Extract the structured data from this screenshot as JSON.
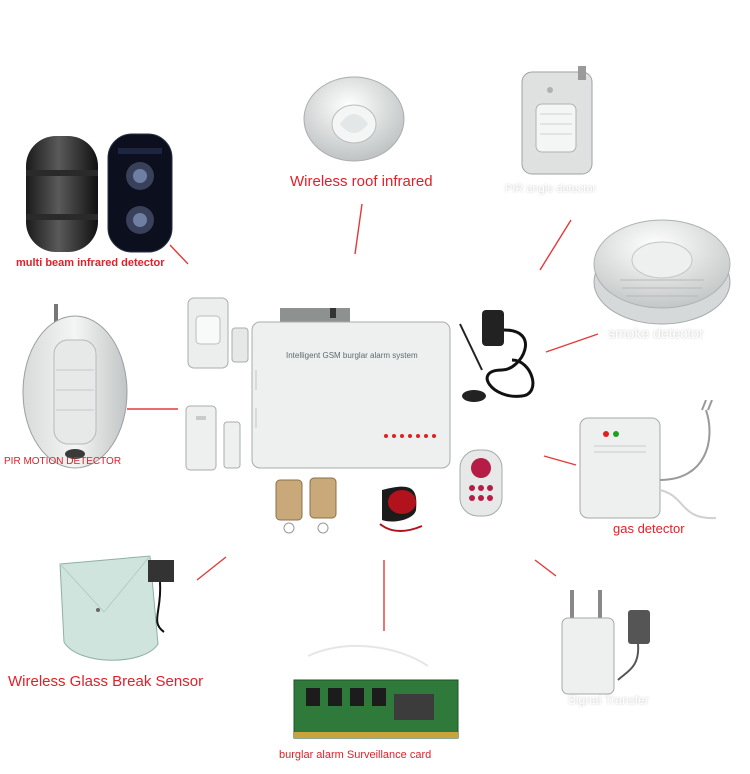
{
  "diagram": {
    "hub": {
      "label": "Intelligent GSM burglar alarm system"
    },
    "nodes": [
      {
        "id": "roof",
        "label": "Wireless roof infrared"
      },
      {
        "id": "pir_angle",
        "label": "PIR angle detector"
      },
      {
        "id": "multibeam",
        "label": "multi beam infrared detector"
      },
      {
        "id": "smoke",
        "label": "smoke detector"
      },
      {
        "id": "pir_motion",
        "label": "PIR MOTION DETECTOR"
      },
      {
        "id": "gas",
        "label": "gas detector"
      },
      {
        "id": "glass",
        "label": "Wireless Glass Break Sensor"
      },
      {
        "id": "signal",
        "label": "Signal Transfer"
      },
      {
        "id": "card",
        "label": "burglar alarm Surveillance card"
      }
    ],
    "colors": {
      "label_red": "#e0202a",
      "line_red": "#e23a3a",
      "device_white": "#f1f3f1",
      "device_grey": "#c9cdcd",
      "led_red": "#e02020",
      "glass_green": "#cfe4dc",
      "pcb_green": "#2f7a3a"
    }
  }
}
